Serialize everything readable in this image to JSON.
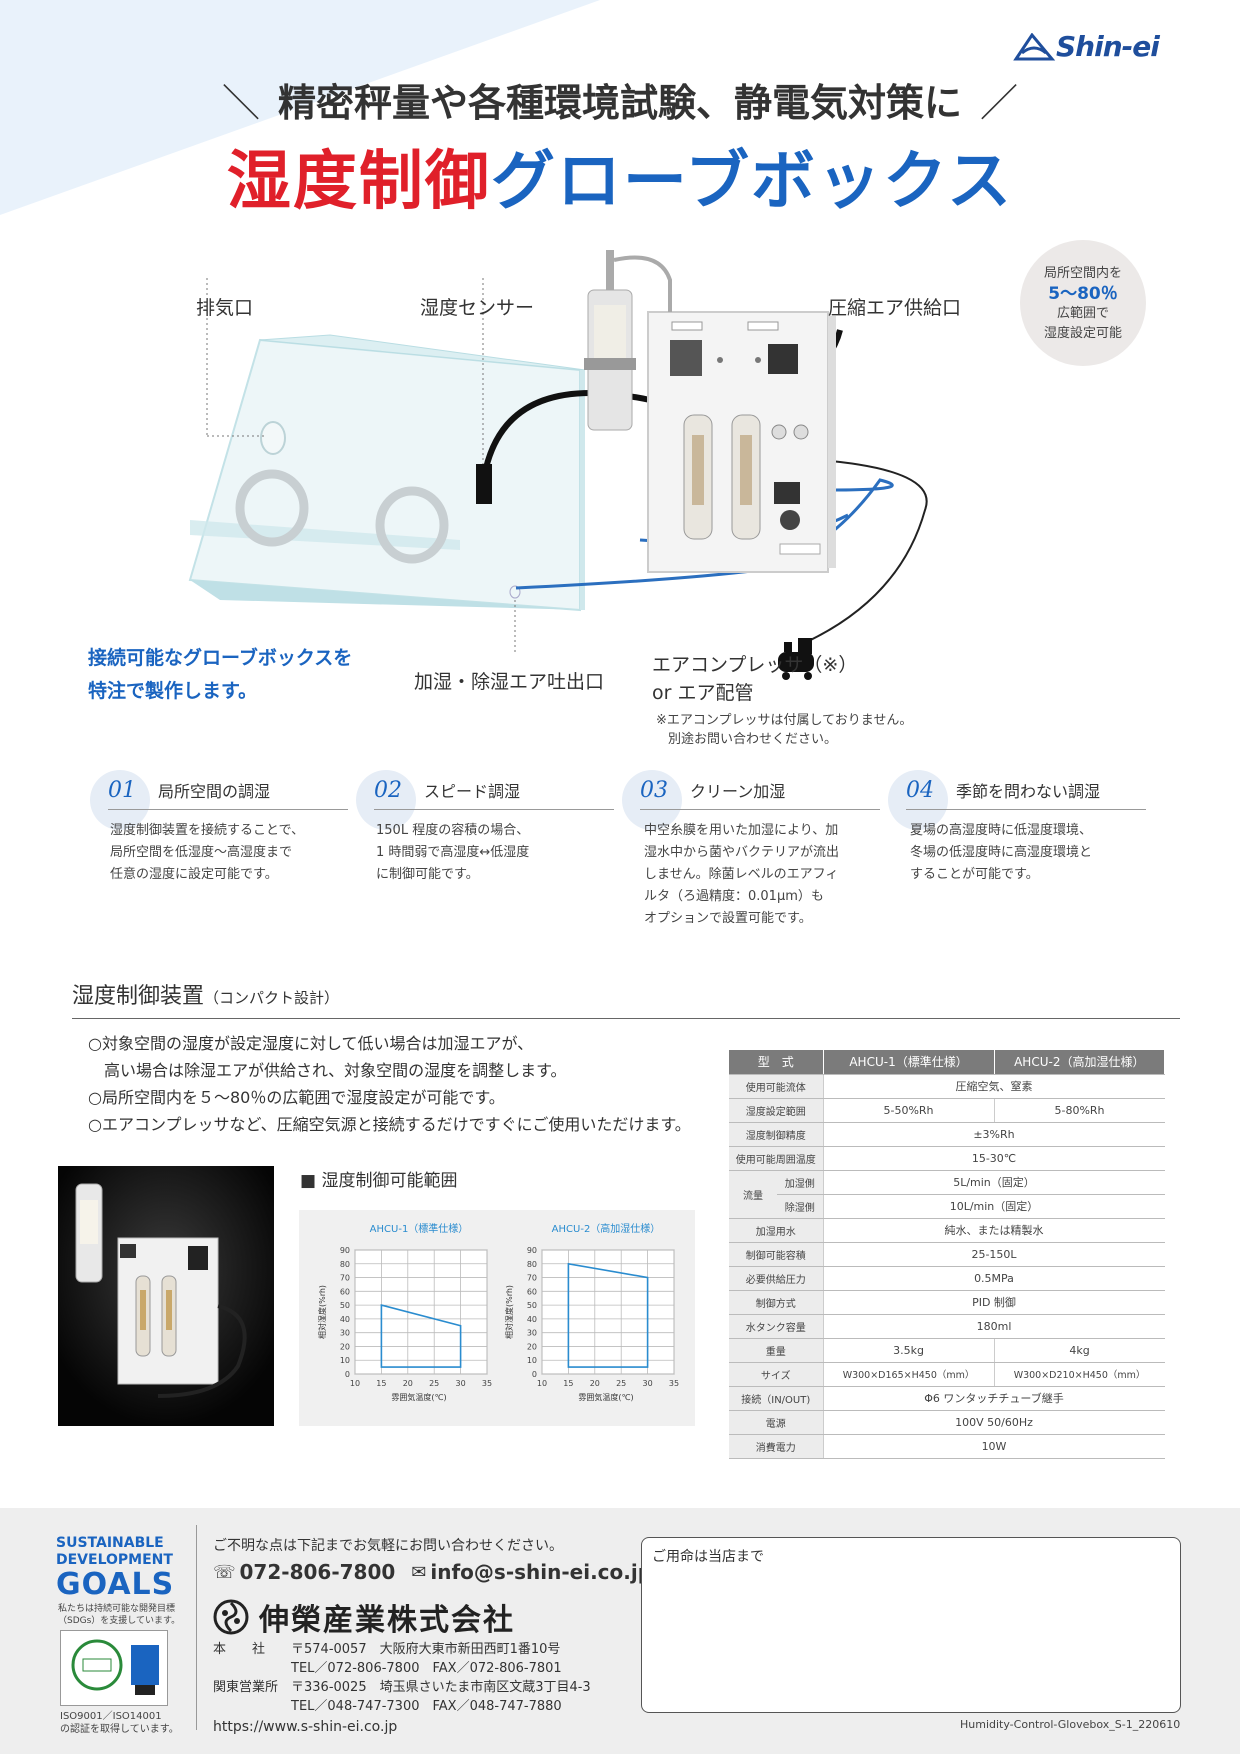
{
  "brand": {
    "logo_text": "Shin-ei"
  },
  "headline": {
    "left_slash": "＼",
    "text": "精密秤量や各種環境試験、静電気対策に",
    "right_slash": "／"
  },
  "title": {
    "red_part": "湿度制御",
    "blue_part": "グローブボックス"
  },
  "badge": {
    "line1": "局所空間内を",
    "line2": "5～80％",
    "line3": "広範囲で",
    "line4": "湿度設定可能"
  },
  "diagram_labels": {
    "exhaust": "排気口",
    "sensor": "湿度センサー",
    "compressed_air": "圧縮エア供給口",
    "outlet": "加湿・除湿エア吐出口",
    "compressor_line1": "エアコンプレッサ（※）",
    "compressor_line2": "or エア配管",
    "compressor_note1": "※エアコンプレッサは付属しておりません。",
    "compressor_note2": "別途お問い合わせください。",
    "custom_line1": "接続可能なグローブボックスを",
    "custom_line2": "特注で製作します。"
  },
  "features": [
    {
      "num": "01",
      "title": "局所空間の調湿",
      "lines": [
        "湿度制御装置を接続することで、",
        "局所空間を低湿度～高湿度まで",
        "任意の湿度に設定可能です。"
      ]
    },
    {
      "num": "02",
      "title": "スピード調湿",
      "lines": [
        "150L 程度の容積の場合、",
        "1 時間弱で高湿度↔低湿度",
        "に制御可能です。"
      ]
    },
    {
      "num": "03",
      "title": "クリーン加湿",
      "lines": [
        "中空糸膜を用いた加湿により、加",
        "湿水中から菌やバクテリアが流出",
        "しません。除菌レベルのエアフィ",
        "ルタ（ろ過精度：0.01μm）も",
        "オプションで設置可能です。"
      ]
    },
    {
      "num": "04",
      "title": "季節を問わない調湿",
      "lines": [
        "夏場の高湿度時に低湿度環境、",
        "冬場の低湿度時に高湿度環境と",
        "することが可能です。"
      ]
    }
  ],
  "section": {
    "title": "湿度制御装置",
    "subtitle": "（コンパクト設計）"
  },
  "bullets": [
    "○対象空間の湿度が設定湿度に対して低い場合は加湿エアが、",
    "　高い場合は除湿エアが供給され、対象空間の湿度を調整します。",
    "○局所空間内を５～80％の広範囲で湿度設定が可能です。",
    "○エアコンプレッサなど、圧縮空気源と接続するだけですぐにご使用いただけます。"
  ],
  "spec": {
    "header": [
      "型　式",
      "AHCU-1（標準仕様）",
      "AHCU-2（高加湿仕様）"
    ],
    "rows": {
      "fluid": {
        "k": "使用可能流体",
        "v": "圧縮空気、窒素"
      },
      "range": {
        "k": "湿度設定範囲",
        "v1": "5-50%Rh",
        "v2": "5-80%Rh"
      },
      "accuracy": {
        "k": "湿度制御精度",
        "v": "±3%Rh"
      },
      "temp": {
        "k": "使用可能周囲温度",
        "v": "15-30℃"
      },
      "flow": {
        "k": "流量",
        "sub1": "加湿側",
        "v1": "5L/min（固定）",
        "sub2": "除湿側",
        "v2": "10L/min（固定）"
      },
      "water": {
        "k": "加湿用水",
        "v": "純水、または精製水"
      },
      "volume": {
        "k": "制御可能容積",
        "v": "25-150L"
      },
      "pressure": {
        "k": "必要供給圧力",
        "v": "0.5MPa"
      },
      "control": {
        "k": "制御方式",
        "v": "PID 制御"
      },
      "tank": {
        "k": "水タンク容量",
        "v": "180ml"
      },
      "weight": {
        "k": "重量",
        "v1": "3.5kg",
        "v2": "4kg"
      },
      "size": {
        "k": "サイズ",
        "v1": "W300×D165×H450（mm）",
        "v2": "W300×D210×H450（mm）"
      },
      "conn": {
        "k": "接続（IN/OUT)",
        "v": "Φ6 ワンタッチチューブ継手"
      },
      "power": {
        "k": "電源",
        "v": "100V 50/60Hz"
      },
      "consumption": {
        "k": "消費電力",
        "v": "10W"
      }
    }
  },
  "range_title": "■ 湿度制御可能範囲",
  "chart_data": [
    {
      "type": "area",
      "title": "AHCU-1（標準仕様）",
      "xlabel": "雰囲気温度(℃)",
      "ylabel": "相対湿度(%rh)",
      "xlim": [
        10,
        35
      ],
      "ylim": [
        0,
        90
      ],
      "xticks": [
        10,
        15,
        20,
        25,
        30,
        35
      ],
      "yticks": [
        0,
        10,
        20,
        30,
        40,
        50,
        60,
        70,
        80,
        90
      ],
      "grid": true,
      "polygon": [
        [
          15,
          5
        ],
        [
          15,
          50
        ],
        [
          30,
          35
        ],
        [
          30,
          5
        ]
      ],
      "color": "#2a8ccf"
    },
    {
      "type": "area",
      "title": "AHCU-2（高加湿仕様）",
      "xlabel": "雰囲気温度(℃)",
      "ylabel": "相対湿度(%rh)",
      "xlim": [
        10,
        35
      ],
      "ylim": [
        0,
        90
      ],
      "xticks": [
        10,
        15,
        20,
        25,
        30,
        35
      ],
      "yticks": [
        0,
        10,
        20,
        30,
        40,
        50,
        60,
        70,
        80,
        90
      ],
      "grid": true,
      "polygon": [
        [
          15,
          5
        ],
        [
          15,
          80
        ],
        [
          30,
          70
        ],
        [
          30,
          5
        ]
      ],
      "color": "#2a8ccf"
    }
  ],
  "footer": {
    "sdg_line1": "SUSTAINABLE",
    "sdg_line2": "DEVELOPMENT",
    "sdg_goals": "GOALS",
    "sdg_note1": "私たちは持続可能な開発目標",
    "sdg_note2": "（SDGs）を支援しています。",
    "iso_note1": "ISO9001／ISO14001",
    "iso_note2": "の認証を取得しています。",
    "inquiry": "ご不明な点は下記までお気軽にお問い合わせください。",
    "phone": "072-806-7800",
    "email": "info@s-shin-ei.co.jp",
    "company": "伸榮産業株式会社",
    "hq_label": "本　　社",
    "hq_addr": "〒574-0057　大阪府大東市新田西町1番10号",
    "hq_tel": "TEL／072-806-7800　FAX／072-806-7801",
    "kanto_label": "関東営業所",
    "kanto_addr": "〒336-0025　埼玉県さいたま市南区文蔵3丁目4-3",
    "kanto_tel": "TEL／048-747-7300　FAX／048-747-7880",
    "url": "https://www.s-shin-ei.co.jp",
    "shop": "ご用命は当店まで",
    "doc_code": "Humidity-Control-Glovebox_S-1_220610"
  }
}
